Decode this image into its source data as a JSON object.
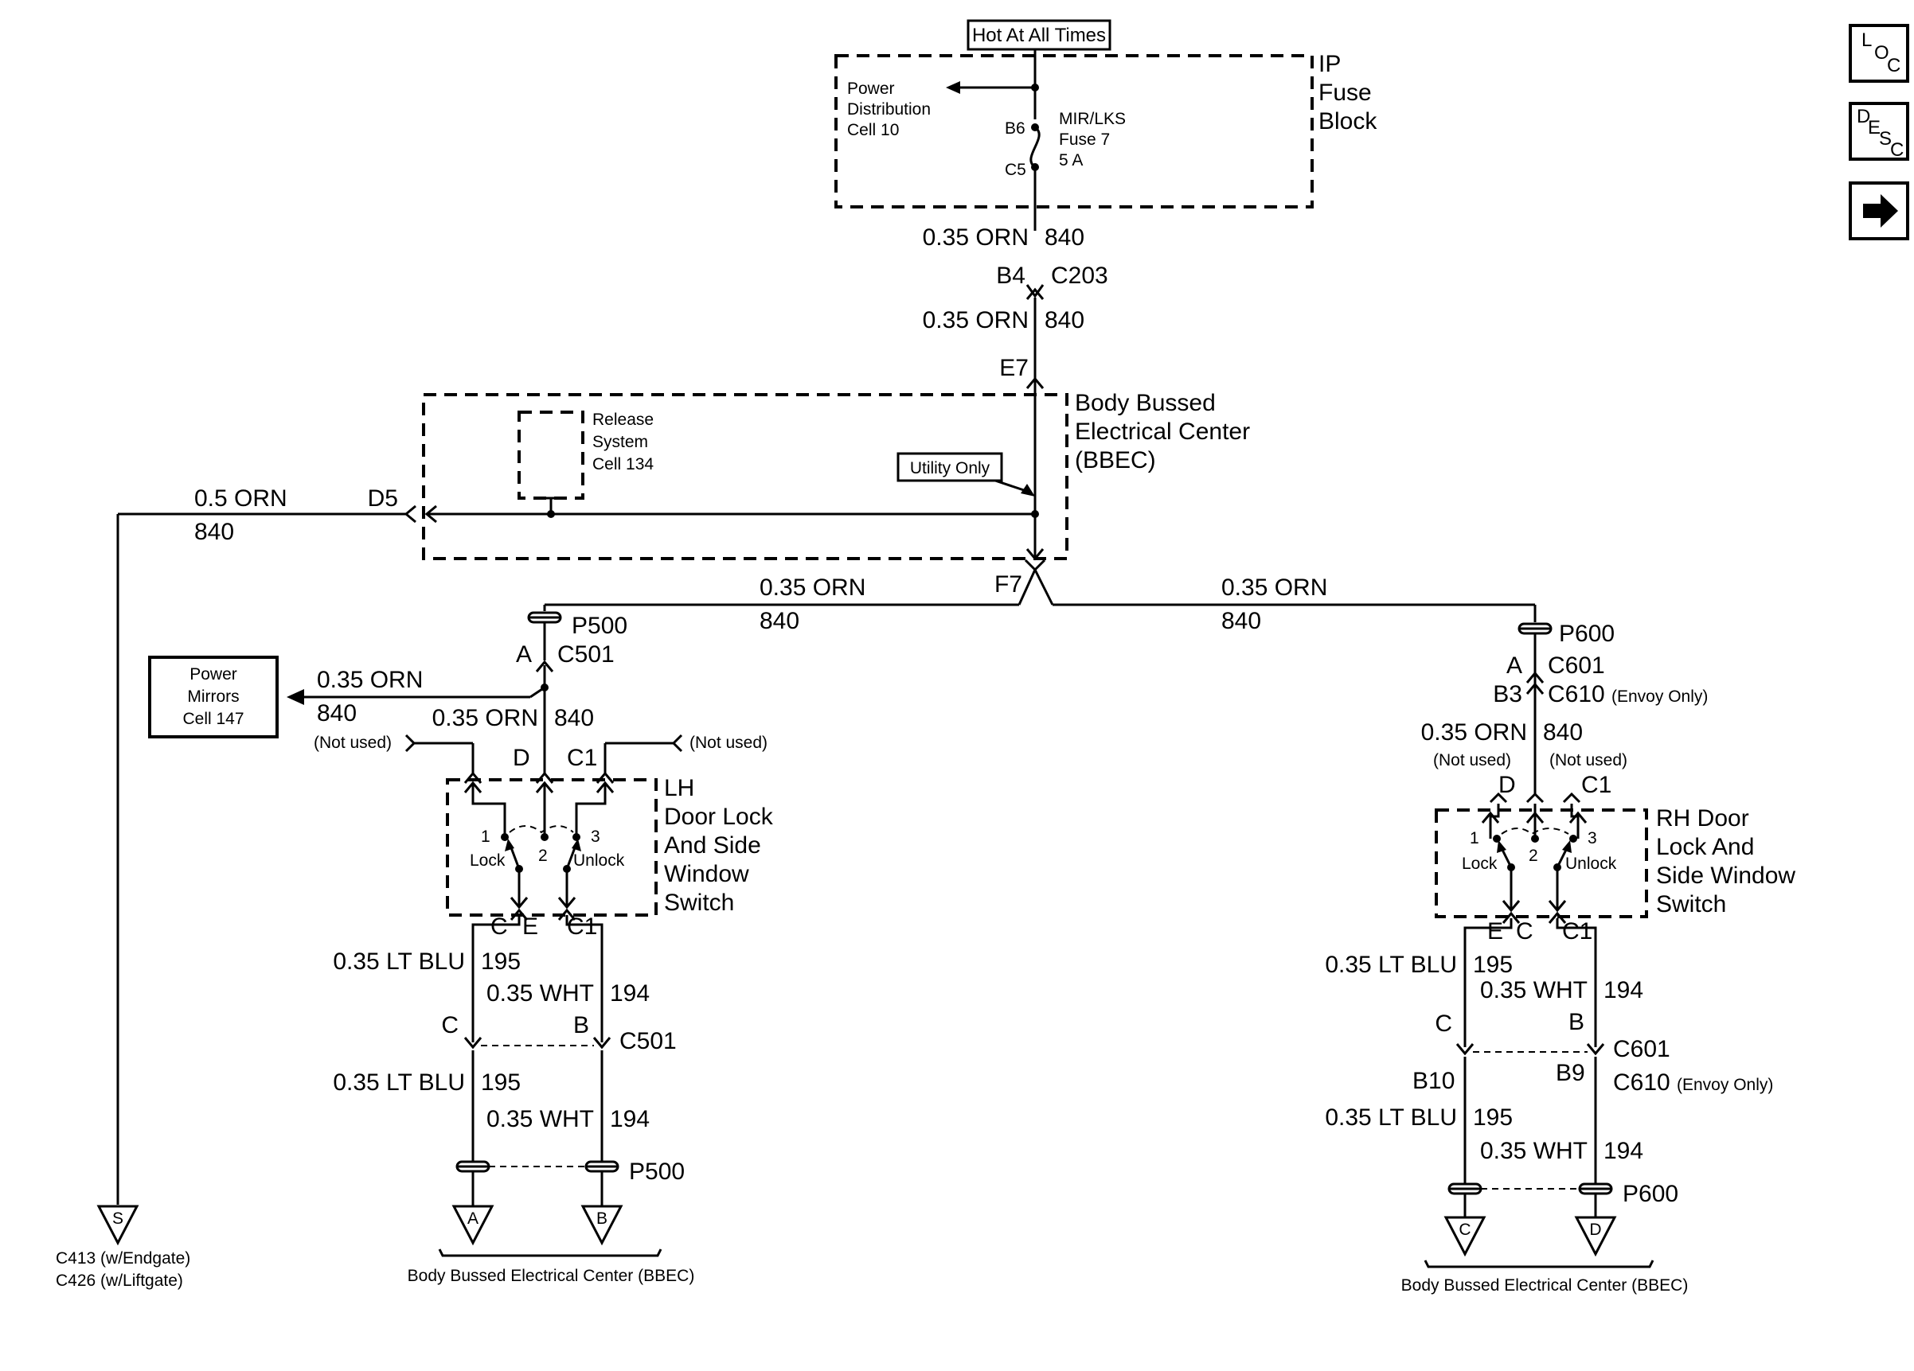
{
  "top": {
    "hot_label": "Hot At All Times",
    "fuse_block": [
      "IP",
      "Fuse",
      "Block"
    ],
    "power_dist": [
      "Power",
      "Distribution",
      "Cell 10"
    ],
    "fuse_name": [
      "MIR/LKS",
      "Fuse 7",
      "5 A"
    ],
    "pin_b6": "B6",
    "pin_c5": "C5",
    "wire1": "0.35 ORN",
    "wire1_circuit": "840",
    "b4": "B4",
    "c203": "C203",
    "wire2": "0.35 ORN",
    "wire2_circuit": "840",
    "e7": "E7"
  },
  "bbec": {
    "title": [
      "Body Bussed",
      "Electrical Center",
      "(BBEC)"
    ],
    "release": [
      "Release",
      "System",
      "Cell 134"
    ],
    "utility": "Utility Only",
    "d5": "D5",
    "left_wire": "0.5 ORN",
    "left_circuit": "840",
    "f7": "F7"
  },
  "ground": {
    "symbol": "S",
    "line1": "C413 (w/Endgate)",
    "line2": "C426 (w/Liftgate)"
  },
  "lh": {
    "wire_top": "0.35 ORN",
    "wire_top_circuit": "840",
    "p500": "P500",
    "pin_a": "A",
    "c501": "C501",
    "mirrors": [
      "Power",
      "Mirrors",
      "Cell 147"
    ],
    "mirror_wire": "0.35 ORN",
    "mirror_circuit": "840",
    "feed_wire": "0.35 ORN",
    "feed_circuit": "840",
    "not_used_left": "(Not used)",
    "not_used_right": "(Not used)",
    "pin_d": "D",
    "pin_c1": "C1",
    "switch_name": [
      "LH",
      "Door Lock",
      "And Side",
      "Window",
      "Switch"
    ],
    "pos1": "1",
    "pos2": "2",
    "pos3": "3",
    "lock": "Lock",
    "unlock": "Unlock",
    "bot_c": "C",
    "bot_e": "E",
    "bot_c1": "C1",
    "blu1": "0.35 LT BLU",
    "blu1_circuit": "195",
    "wht1": "0.35 WHT",
    "wht1_circuit": "194",
    "conn_c": "C",
    "conn_b": "B",
    "conn_c501": "C501",
    "blu2": "0.35 LT BLU",
    "blu2_circuit": "195",
    "wht2": "0.35 WHT",
    "wht2_circuit": "194",
    "p500_bot": "P500",
    "tri_a": "A",
    "tri_b": "B",
    "bbec_label": "Body Bussed Electrical Center (BBEC)"
  },
  "rh": {
    "wire_top": "0.35 ORN",
    "wire_top_circuit": "840",
    "p600": "P600",
    "pin_a": "A",
    "c601": "C601",
    "pin_b3": "B3",
    "c610": "C610",
    "envoy": "(Envoy Only)",
    "feed_wire": "0.35 ORN",
    "feed_circuit": "840",
    "not_used_left": "(Not used)",
    "not_used_right": "(Not used)",
    "pin_d": "D",
    "pin_c1": "C1",
    "switch_name": [
      "RH Door",
      "Lock And",
      "Side Window",
      "Switch"
    ],
    "pos1": "1",
    "pos2": "2",
    "pos3": "3",
    "lock": "Lock",
    "unlock": "Unlock",
    "bot_e": "E",
    "bot_c": "C",
    "bot_c1": "C1",
    "blu1": "0.35 LT BLU",
    "blu1_circuit": "195",
    "wht1": "0.35 WHT",
    "wht1_circuit": "194",
    "conn_c": "C",
    "conn_b": "B",
    "conn_c601": "C601",
    "pin_b10": "B10",
    "pin_b9": "B9",
    "conn_c610": "C610",
    "envoy2": "(Envoy Only)",
    "blu2": "0.35 LT BLU",
    "blu2_circuit": "195",
    "wht2": "0.35 WHT",
    "wht2_circuit": "194",
    "p600_bot": "P600",
    "tri_c": "C",
    "tri_d": "D",
    "bbec_label": "Body Bussed Electrical Center (BBEC)"
  },
  "nav": {
    "loc": [
      "L",
      "O",
      "C"
    ],
    "desc": [
      "D",
      "E",
      "S",
      "C"
    ],
    "next_icon": "arrow-right-icon"
  }
}
